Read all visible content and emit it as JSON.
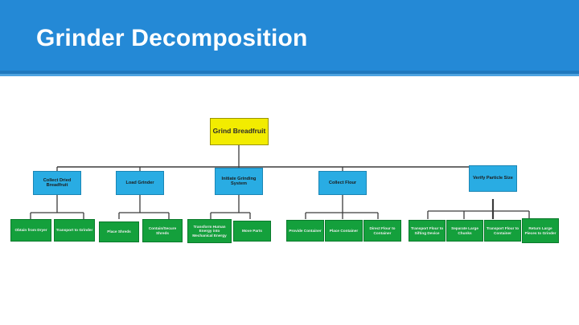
{
  "slide": {
    "title": "Grinder Decomposition",
    "banner_color": "#2489d6",
    "title_color": "#ffffff"
  },
  "colors": {
    "root_fill": "#f2ec00",
    "level2_fill": "#29ace3",
    "level3_fill": "#14a03c",
    "connector": "#3b3b3b"
  },
  "diagram": {
    "type": "tree",
    "root": {
      "label": "Grind Breadfruit",
      "level": 1
    },
    "level2": [
      {
        "label": "Collect Dried Breadfruit"
      },
      {
        "label": "Load Grinder"
      },
      {
        "label": "Initiate  Grinding System"
      },
      {
        "label": "Collect Flour"
      },
      {
        "label": "Verify Particle Size"
      }
    ],
    "level3": [
      {
        "label": "Obtain from Dryer",
        "parent": 0
      },
      {
        "label": "Transport to Grinder",
        "parent": 0
      },
      {
        "label": "Place Shreds",
        "parent": 1
      },
      {
        "label": "Contain/Secure Shreds",
        "parent": 1
      },
      {
        "label": "Transform Human Energy into Mechanical Energy",
        "parent": 2
      },
      {
        "label": "Move Parts",
        "parent": 2
      },
      {
        "label": "Provide Container",
        "parent": 3
      },
      {
        "label": "Place Container",
        "parent": 3
      },
      {
        "label": "Direct Flour to Container",
        "parent": 3
      },
      {
        "label": "Transport Flour to Sifting Device",
        "parent": 4
      },
      {
        "label": "Separate Large Chunks",
        "parent": 4
      },
      {
        "label": "Transport Flour to Container",
        "parent": 4
      },
      {
        "label": "Return Large Pieces to Grinder",
        "parent": 4
      }
    ]
  }
}
